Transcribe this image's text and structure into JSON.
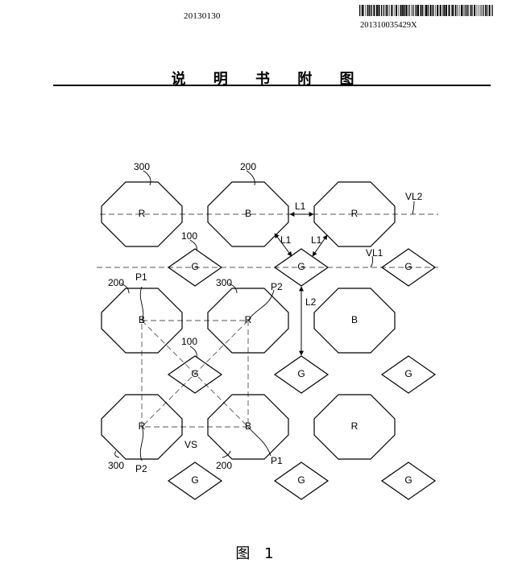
{
  "header": {
    "filing_date": "20130130",
    "publication_number": "201310035429X"
  },
  "title": "说 明 书 附 图",
  "figure_caption": "图 1",
  "diagram": {
    "pixel_labels": {
      "red": "R",
      "blue": "B",
      "green": "G"
    },
    "ref_numbers": {
      "n300": "300",
      "n200": "200",
      "n100": "100"
    },
    "line_labels": {
      "vl2": "VL2",
      "vl1": "VL1",
      "l1": "L1",
      "l2": "L2",
      "p1": "P1",
      "p2": "P2",
      "vs": "VS"
    }
  }
}
